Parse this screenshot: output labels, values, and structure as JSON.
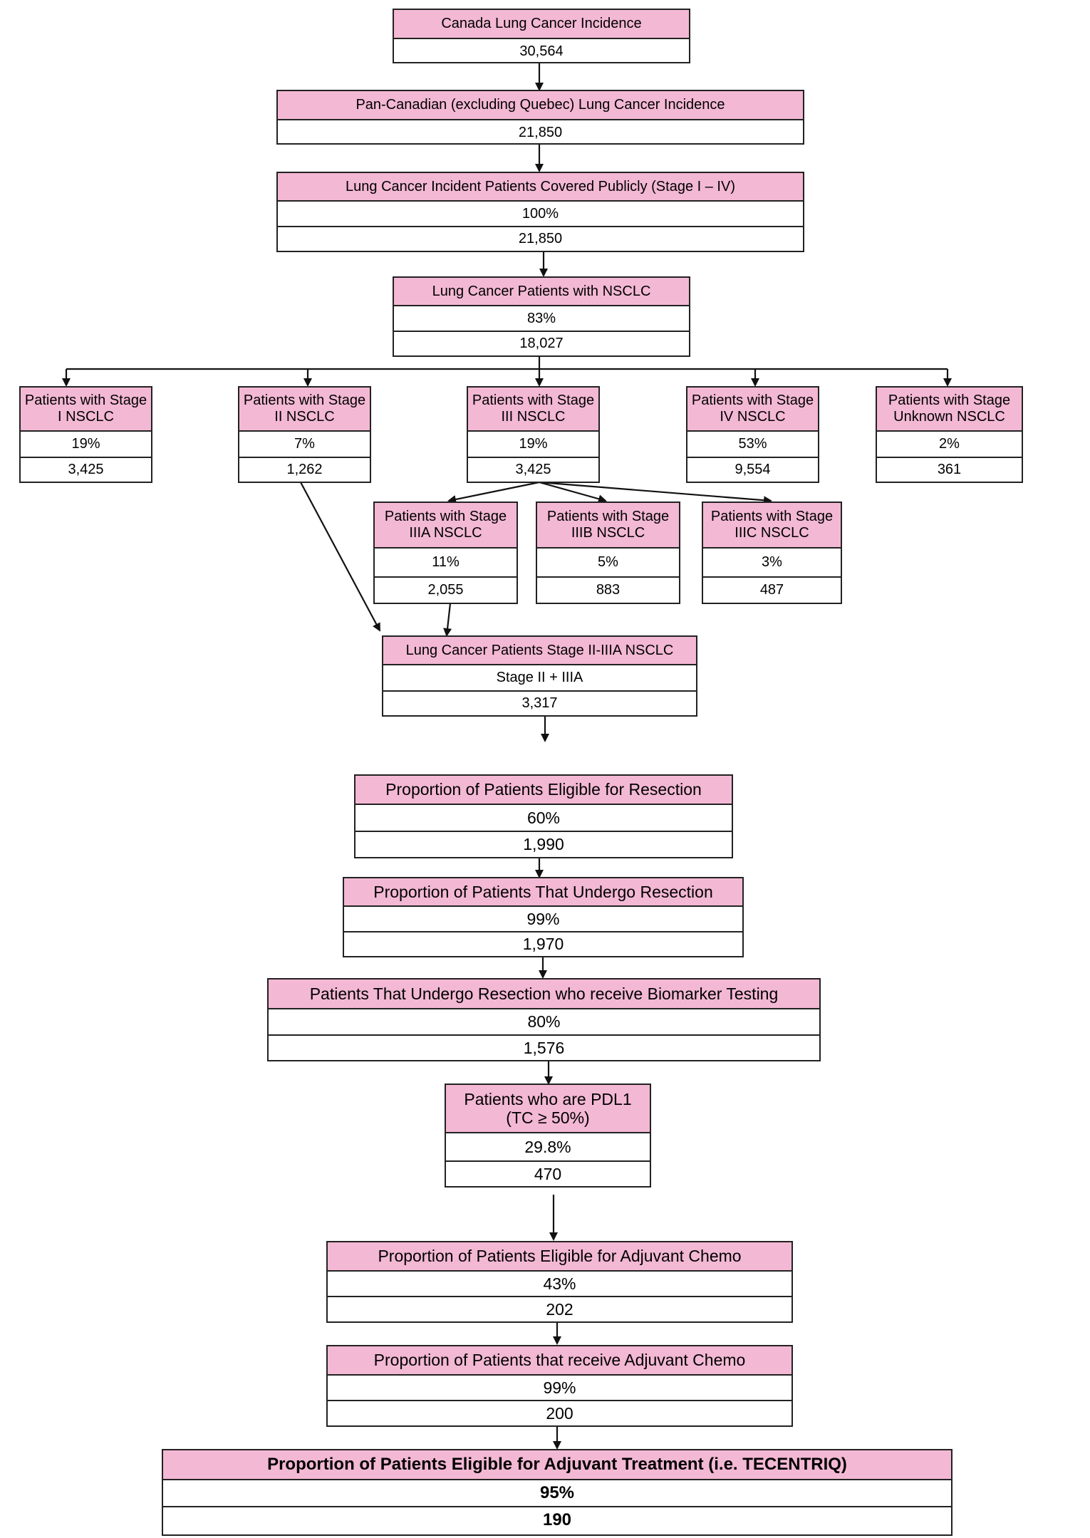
{
  "nodes": {
    "canada": {
      "title": "Canada Lung Cancer Incidence",
      "count": "30,564"
    },
    "pan": {
      "title": "Pan-Canadian (excluding Quebec) Lung Cancer Incidence",
      "count": "21,850"
    },
    "public": {
      "title": "Lung Cancer Incident Patients Covered Publicly (Stage I – IV)",
      "pct": "100%",
      "count": "21,850"
    },
    "nsclc": {
      "title": "Lung Cancer Patients with NSCLC",
      "pct": "83%",
      "count": "18,027"
    },
    "stage1": {
      "title": "Patients with Stage I NSCLC",
      "pct": "19%",
      "count": "3,425"
    },
    "stage2": {
      "title": "Patients with Stage II NSCLC",
      "pct": "7%",
      "count": "1,262"
    },
    "stage3": {
      "title": "Patients with Stage III NSCLC",
      "pct": "19%",
      "count": "3,425"
    },
    "stage4": {
      "title": "Patients with Stage IV NSCLC",
      "pct": "53%",
      "count": "9,554"
    },
    "stageU": {
      "title": "Patients with Stage Unknown NSCLC",
      "pct": "2%",
      "count": "361"
    },
    "stage3a": {
      "title": "Patients with Stage IIIA NSCLC",
      "pct": "11%",
      "count": "2,055"
    },
    "stage3b": {
      "title": "Patients with Stage IIIB NSCLC",
      "pct": "5%",
      "count": "883"
    },
    "stage3c": {
      "title": "Patients with Stage IIIC NSCLC",
      "pct": "3%",
      "count": "487"
    },
    "stage2_3a": {
      "title": "Lung Cancer Patients Stage II-IIIA NSCLC",
      "pct": "Stage II + IIIA",
      "count": "3,317"
    },
    "resect_elig": {
      "title": "Proportion of Patients Eligible for Resection",
      "pct": "60%",
      "count": "1,990"
    },
    "resect_undergo": {
      "title": "Proportion of Patients That Undergo Resection",
      "pct": "99%",
      "count": "1,970"
    },
    "biomarker": {
      "title": "Patients That Undergo Resection who receive Biomarker Testing",
      "pct": "80%",
      "count": "1,576"
    },
    "pdl1": {
      "title": "Patients who are PDL1 (TC ≥ 50%)",
      "pct": "29.8%",
      "count": "470"
    },
    "chemo_elig": {
      "title": "Proportion of Patients Eligible for Adjuvant Chemo",
      "pct": "43%",
      "count": "202"
    },
    "chemo_recv": {
      "title": "Proportion of Patients that receive Adjuvant Chemo",
      "pct": "99%",
      "count": "200"
    },
    "final": {
      "title": "Proportion of Patients Eligible for Adjuvant Treatment  (i.e. TECENTRIQ)",
      "pct": "95%",
      "count": "190"
    }
  },
  "colors": {
    "header_fill": "#f3b8d4",
    "border": "#222222"
  }
}
